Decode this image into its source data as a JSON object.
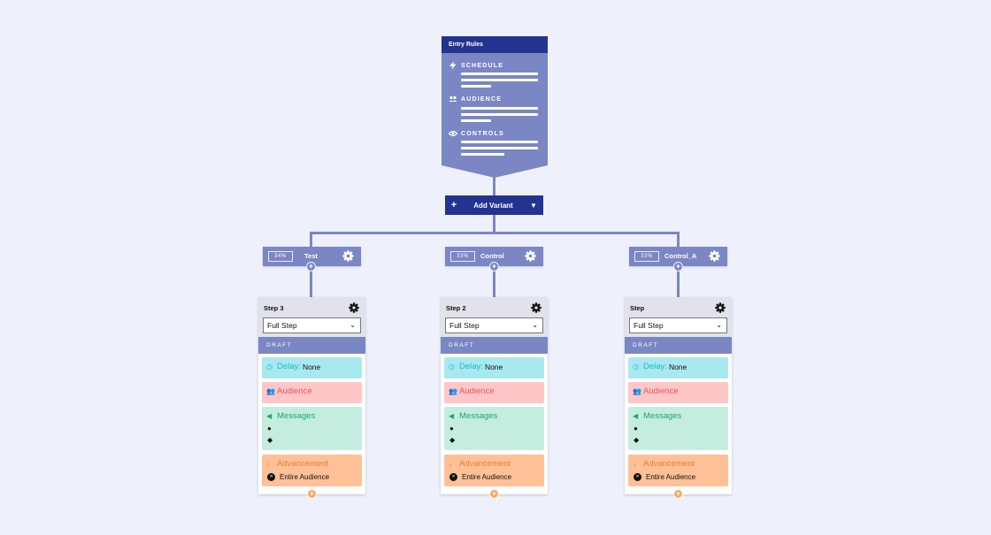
{
  "entry_rules": {
    "title": "Entry Rules",
    "sections": [
      {
        "label": "SCHEDULE",
        "icon": "lightning-icon"
      },
      {
        "label": "AUDIENCE",
        "icon": "people-icon"
      },
      {
        "label": "CONTROLS",
        "icon": "eye-icon"
      }
    ]
  },
  "add_variant": {
    "plus": "+",
    "label": "Add Variant",
    "caret": "▼"
  },
  "variants": [
    {
      "percent": "34%",
      "name": "Test"
    },
    {
      "percent": "33%",
      "name": "Control"
    },
    {
      "percent": "33%",
      "name": "Control_A"
    }
  ],
  "steps": [
    {
      "name": "Step 3",
      "select_value": "Full Step"
    },
    {
      "name": "Step 2",
      "select_value": "Full Step"
    },
    {
      "name": "Step",
      "select_value": "Full Step"
    }
  ],
  "step_common": {
    "status": "DRAFT",
    "delay_label": "Delay:",
    "delay_value": "None",
    "audience_label": "Audience",
    "messages_label": "Messages",
    "advancement_label": "Advancement",
    "advancement_value": "Entire Audience"
  },
  "colors": {
    "navy": "#233390",
    "periwinkle": "#7b86c4",
    "delay": "#a8e9f0",
    "audience": "#fec6c6",
    "messages": "#c4eddf",
    "advancement": "#fec197"
  }
}
